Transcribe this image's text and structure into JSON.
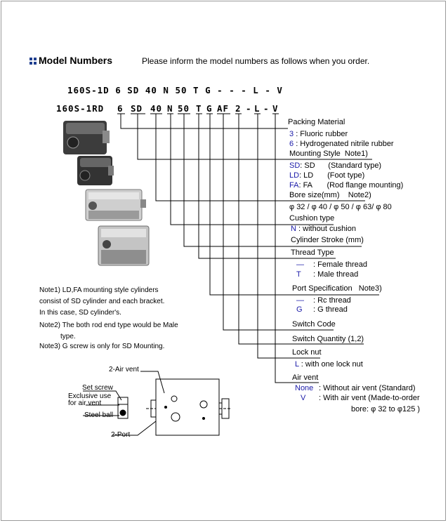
{
  "header": {
    "title": "Model Numbers",
    "instruction": "Please inform the model numbers as follows when you order."
  },
  "model_codes": {
    "line1": "160S-1D 6 SD 40 N 50 T G  - - - L - V",
    "line2": {
      "prefix": "160S-1RD",
      "parts": [
        "6",
        "SD",
        "40",
        "N",
        "50",
        "T",
        "G",
        "AF",
        "2",
        "-",
        "L",
        "-",
        "V"
      ]
    }
  },
  "legend": {
    "packing": {
      "heading": "Packing Material",
      "items": [
        {
          "code": "3",
          "text": ": Fluoric rubber"
        },
        {
          "code": "6",
          "text": ": Hydrogenated nitrile rubber"
        }
      ]
    },
    "mounting": {
      "heading": "Mounting Style",
      "note": "Note1)",
      "items": [
        {
          "code": "SD",
          "sep": ": SD",
          "desc": "(Standard type)"
        },
        {
          "code": "LD",
          "sep": ": LD",
          "desc": "(Foot type)"
        },
        {
          "code": "FA",
          "sep": ": FA",
          "desc": "(Rod flange mounting)"
        }
      ]
    },
    "bore": {
      "heading": "Bore size(mm)",
      "note": "Note2)",
      "values": "φ 32 / φ 40 / φ 50 / φ 63/ φ 80"
    },
    "cushion": {
      "heading": "Cushion type",
      "code": "N",
      "text": ": without cushion"
    },
    "stroke": {
      "heading": "Cylinder Stroke (mm)"
    },
    "thread": {
      "heading": "Thread Type",
      "items": [
        {
          "code": "—",
          "text": ": Female thread"
        },
        {
          "code": "T",
          "text": ": Male thread"
        }
      ]
    },
    "port": {
      "heading": "Port Specification",
      "note": "Note3)",
      "items": [
        {
          "code": "—",
          "text": ": Rc thread"
        },
        {
          "code": "G",
          "text": ": G thread"
        }
      ]
    },
    "switch_code": {
      "heading": "Switch Code"
    },
    "switch_qty": {
      "heading": "Switch Quantity (1,2)"
    },
    "lock_nut": {
      "heading": "Lock nut",
      "code": "L",
      "text": ": with one lock nut"
    },
    "air_vent": {
      "heading": "Air vent",
      "items": [
        {
          "code": "None",
          "text": ": Without air vent (Standard)"
        },
        {
          "code": "V",
          "text": ": With air vent (Made-to-order"
        }
      ],
      "bore_note": "bore: φ 32 to φ125 )"
    }
  },
  "notes": [
    "Note1) LD,FA mounting style cylinders",
    "consist of SD cylinder and each bracket.",
    "In this case, SD cylinder's.",
    "Note2) The both rod end type would be Male",
    "type.",
    "Note3) G screw is only for SD Mounting."
  ],
  "drawing_labels": {
    "air_vent": "2-Air vent",
    "set_screw": "Set screw",
    "exclusive_use": "Exclusive use",
    "for_air_vent": "for air vent",
    "steel_ball": "Steel ball",
    "port": "2-Port"
  },
  "colors": {
    "code_blue": "#1a1aa8",
    "title_icon": "#1f3e8f",
    "frame": "#9a9a9a"
  }
}
